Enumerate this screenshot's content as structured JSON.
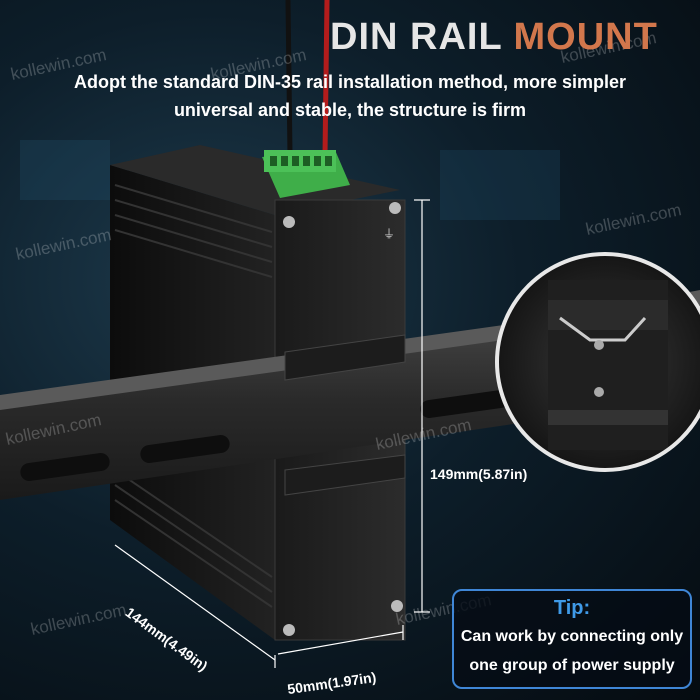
{
  "headline": {
    "title_word1": "DIN RAIL",
    "title_word2": "MOUNT",
    "subtitle_line1": "Adopt the standard DIN-35 rail installation method, more simpler",
    "subtitle_line2": "universal and stable, the structure is firm"
  },
  "dimensions": {
    "height": "149mm(5.87in)",
    "depth": "144mm(4.49in)",
    "width": "50mm(1.97in)"
  },
  "tip": {
    "title": "Tip:",
    "line1": "Can work by connecting only",
    "line2": "one group of power supply"
  },
  "watermark": "kollewin.com",
  "colors": {
    "title_white": "#e6e6e6",
    "title_accent": "#d2774c",
    "tip_border": "#3f86d6",
    "terminal_green": "#3fae49"
  }
}
